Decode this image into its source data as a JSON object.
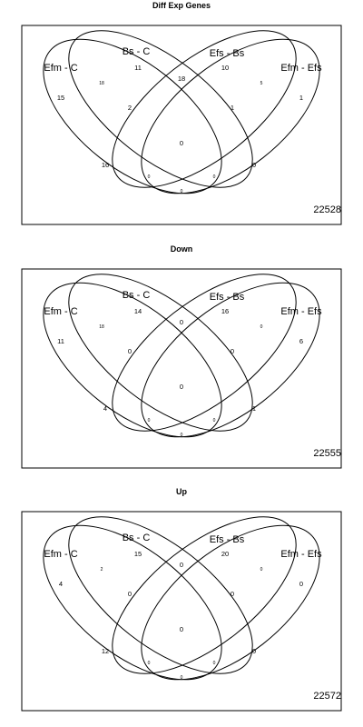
{
  "panels": [
    {
      "title": "Diff Exp Genes",
      "set_labels": [
        "Efm - C",
        "Bs - C",
        "Efs - Bs",
        "Efm - Efs"
      ],
      "counts": {
        "a": "15",
        "b": "11",
        "ab": "18",
        "c": "10",
        "ac": "18",
        "bc": "2",
        "d": "1",
        "cd": "5",
        "bcd": "1",
        "abc": "16",
        "abcd": "0",
        "ad": "0",
        "acd": "0",
        "abd": "0",
        "bd": "0"
      },
      "total": "22528"
    },
    {
      "title": "Down",
      "set_labels": [
        "Efm - C",
        "Bs - C",
        "Efs - Bs",
        "Efm - Efs"
      ],
      "counts": {
        "a": "11",
        "b": "14",
        "ab": "18",
        "c": "16",
        "ac": "0",
        "bc": "0",
        "d": "6",
        "cd": "0",
        "bcd": "0",
        "abc": "4",
        "abcd": "0",
        "ad": "0",
        "acd": "0",
        "abd": "0",
        "bd": "1"
      },
      "total": "22555"
    },
    {
      "title": "Up",
      "set_labels": [
        "Efm - C",
        "Bs - C",
        "Efs - Bs",
        "Efm - Efs"
      ],
      "counts": {
        "a": "4",
        "b": "15",
        "ab": "2",
        "c": "20",
        "ac": "0",
        "bc": "0",
        "d": "0",
        "cd": "0",
        "bcd": "0",
        "abc": "12",
        "abcd": "0",
        "ad": "0",
        "acd": "0",
        "abd": "0",
        "bd": "0"
      },
      "total": "22572"
    }
  ]
}
